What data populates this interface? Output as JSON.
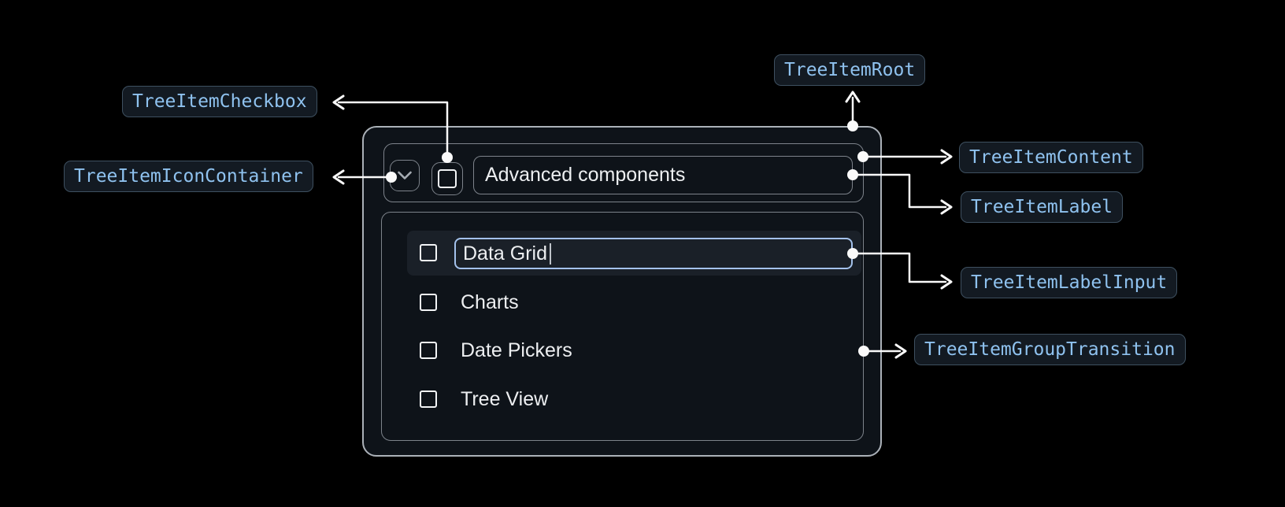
{
  "diagram": {
    "title_hidden": true
  },
  "annotations": {
    "checkbox": {
      "label": "TreeItemCheckbox"
    },
    "icon_container": {
      "label": "TreeItemIconContainer"
    },
    "root": {
      "label": "TreeItemRoot"
    },
    "content": {
      "label": "TreeItemContent"
    },
    "label": {
      "label": "TreeItemLabel"
    },
    "label_input": {
      "label": "TreeItemLabelInput"
    },
    "group_transition": {
      "label": "TreeItemGroupTransition"
    }
  },
  "tree": {
    "parent": {
      "label": "Advanced components",
      "expanded": true,
      "checked": false
    },
    "items": [
      {
        "label": "Data Grid",
        "editing": true,
        "checked": false
      },
      {
        "label": "Charts",
        "editing": false,
        "checked": false
      },
      {
        "label": "Date Pickers",
        "editing": false,
        "checked": false
      },
      {
        "label": "Tree View",
        "editing": false,
        "checked": false
      }
    ]
  },
  "icons": {
    "expand": "chevron-down-icon"
  },
  "colors": {
    "page-bg": "#000000",
    "panel-bg": "#0E1319",
    "root-border": "#ABB1B8",
    "inner-border": "#7D838B",
    "chip-bg": "#131A22",
    "chip-border": "#3E5060",
    "chip-text": "#8FC2EF",
    "text": "#EDEFF1",
    "checkbox": "#F2F4F6",
    "row-highlight": "#1A2028",
    "input-border": "#A4C2EC",
    "caret": "#BEC3C9",
    "arrow": "#FAFAFA",
    "chevron": "#A6ACB3"
  }
}
